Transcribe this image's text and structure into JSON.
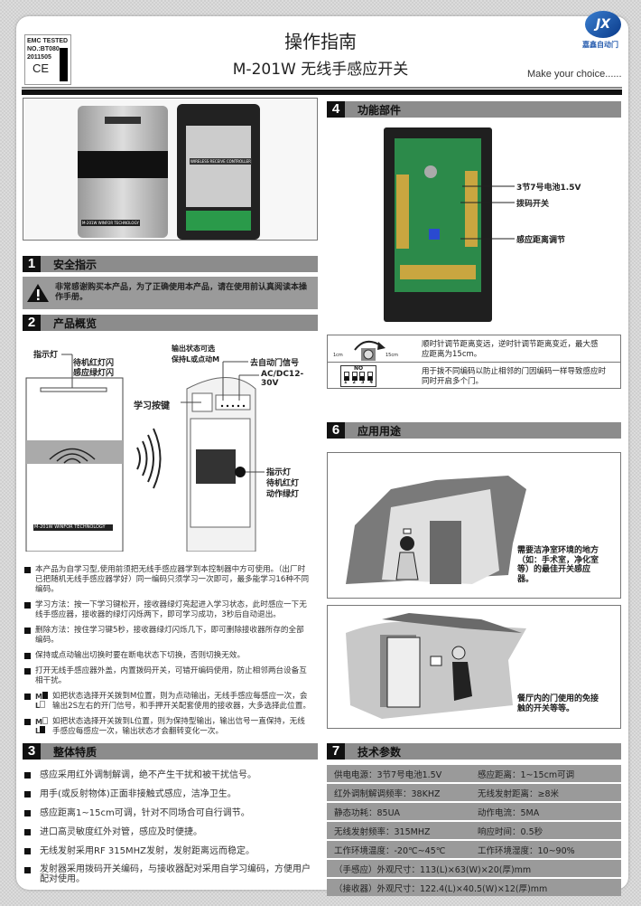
{
  "header": {
    "emc": [
      "EMC TESTED",
      "NO.:BT080",
      "2011505"
    ],
    "ce": "CE",
    "title": "操作指南",
    "subtitle": "M-201W  无线手感应开关",
    "tagline": "Make your choice......",
    "logo_text": "嘉鑫自动门",
    "logo_mark": "JX"
  },
  "photo": {
    "transmitter_label": "M-201W WINFOR TECHNOLOGY",
    "receiver_label": "WIRELESS RECEIVE CONTROLLER"
  },
  "sections": {
    "s1": {
      "num": "1",
      "title": "安全指示",
      "warning": "非常感谢购买本产品，为了正确使用本产品，请在使用前认真阅读本操作手册。"
    },
    "s2": {
      "num": "2",
      "title": "产品概览",
      "labels": {
        "indicator": "指示灯",
        "standby_flash": "待机红灯闪",
        "sense_flash": "感应绿灯闪",
        "output_state": "输出状态可选",
        "hold_or_pulse": "保持L或点动M",
        "to_door": "去自动门信号",
        "power": "AC/DC12-30V",
        "learn_key": "学习按键",
        "rx_indicator": "指示灯",
        "rx_standby": "待机红灯",
        "rx_action": "动作绿灯",
        "device_label": "M-201W WINFOR TECHNOLOGY"
      },
      "bullets": [
        "本产品为自学习型,使用前须把无线手感应器学到本控制器中方可使用。（出厂时已把随机无线手感应器学好）同一编码只须学习一次即可，最多能学习16种不同编码。",
        "学习方法：按一下学习键松开，接收器绿灯亮起进入学习状态，此时感应一下无线手感应器，接收器的绿灯闪烁两下，即可学习成功，3秒后自动退出。",
        "删除方法：按住学习键5秒，接收器绿灯闪烁几下，即可删除接收器所存的全部编码。",
        "保持或点动输出切换时要在断电状态下切换，否则切换无效。",
        "打开无线手感应器外盖，内置拨码开关，可错开编码使用，防止相邻两台设备互相干扰。"
      ],
      "switch_notes": [
        {
          "m": "M",
          "l": "L",
          "text": "如把状态选择开关拨到M位置，则为点动输出，无线手感应每感应一次，会输出2S左右的开门信号，和手押开关配套使用的接收器，大多选择此位置。"
        },
        {
          "m": "M",
          "l": "L",
          "text": "如把状态选择开关拨到L位置，则为保持型输出，输出信号一直保持，无线手感应每感应一次，输出状态才会翻转变化一次。"
        }
      ]
    },
    "s3": {
      "num": "3",
      "title": "整体特质",
      "bullets": [
        "感应采用红外调制解调，绝不产生干扰和被干扰信号。",
        "用手(或反射物体)正面非接触式感应，洁净卫生。",
        "感应距离1~15cm可调，针对不同场合可自行调节。",
        "进口高灵敏度红外对管，感应及时便捷。",
        "无线发射采用RF 315MHZ发射，发射距离远而稳定。",
        "发射器采用拨码开关编码，与接收器配对采用自学习编码，方便用户配对使用。"
      ]
    },
    "s4": {
      "num": "4",
      "title": "功能部件",
      "labels": [
        "3节7号电池1.5V",
        "拨码开关",
        "感应距离调节"
      ]
    },
    "s5": {
      "knob_min": "1cm",
      "knob_max": "15cm",
      "knob_text": "顺时针调节距离变远，逆时针调节距离变近，最大感应距离为15cm。",
      "dip_label": "NO",
      "dip_nums": [
        "1",
        "2",
        "3",
        "4"
      ],
      "dip_text": "用于拨不同编码以防止相邻的门因编码一样导致感应时同时开启多个门。"
    },
    "s6": {
      "num": "6",
      "title": "应用用途",
      "uses": [
        "需要洁净室环境的地方（如：手术室，净化室等）的最佳开关感应器。",
        "餐厅内的门使用的免接触的开关等等。"
      ]
    },
    "s7": {
      "num": "7",
      "title": "技术参数",
      "rows": [
        [
          "供电电源：3节7号电池1.5V",
          "感应距离：1~15cm可调"
        ],
        [
          "红外调制解调频率：38KHZ",
          "无线发射距离：≥8米"
        ],
        [
          "静态功耗：85UA",
          "动作电流：5MA"
        ],
        [
          "无线发射频率：315MHZ",
          "响应时间：0.5秒"
        ],
        [
          "工作环境温度：-20℃~45℃",
          "工作环境湿度：10~90%"
        ],
        [
          "（手感应）外观尺寸：113(L)×63(W)×20(厚)mm"
        ],
        [
          "（接收器）外观尺寸：122.4(L)×40.5(W)×12(厚)mm"
        ]
      ]
    }
  }
}
